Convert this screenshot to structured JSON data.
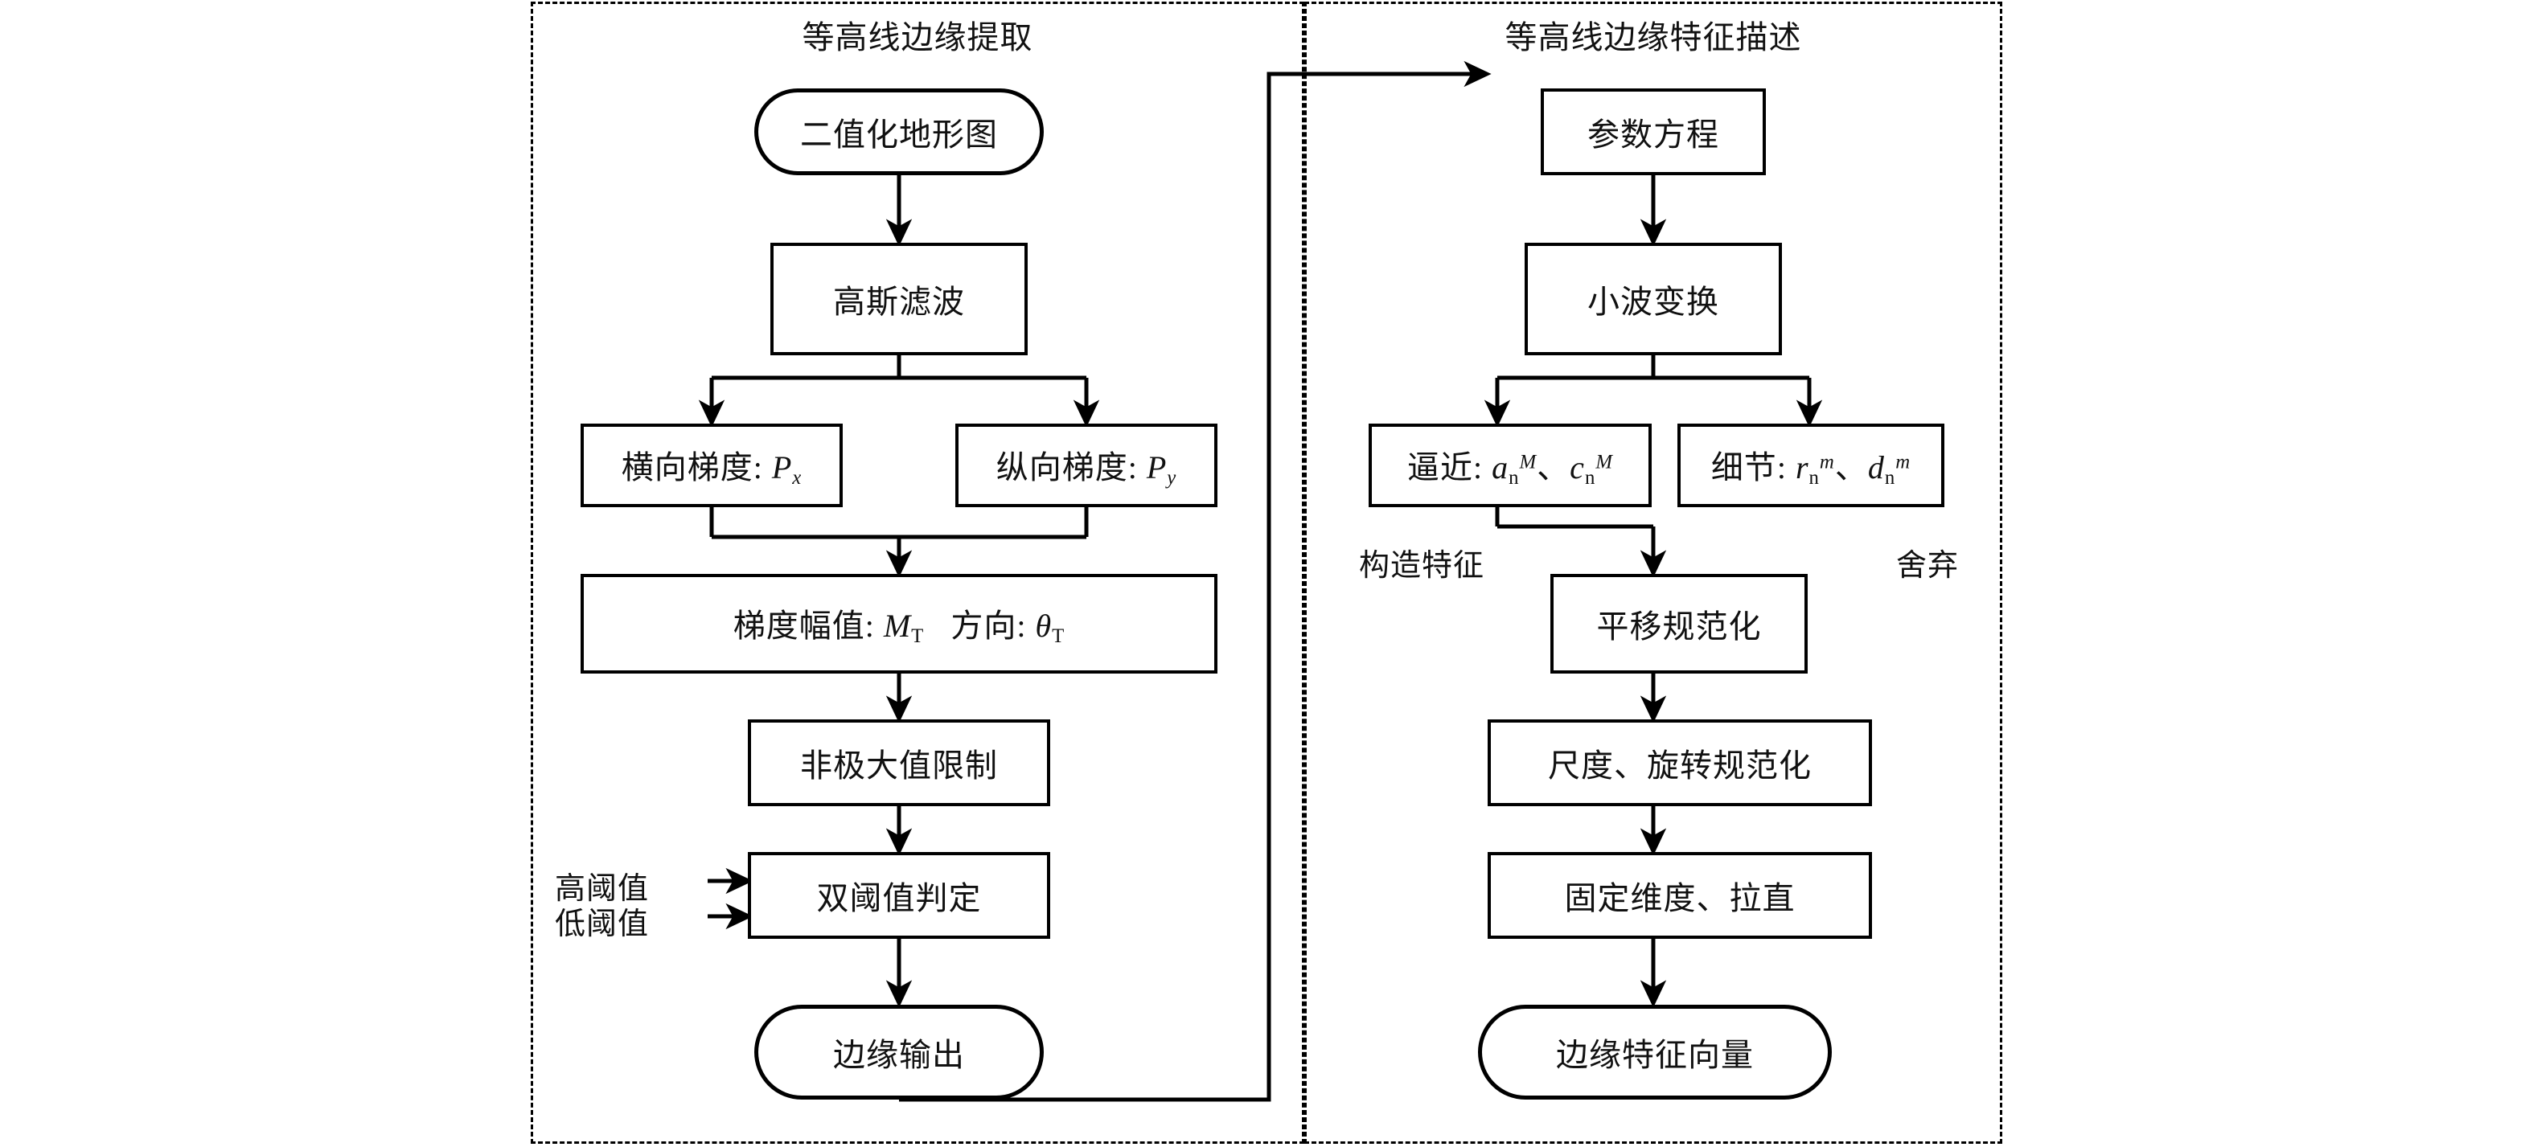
{
  "diagram": {
    "type": "flowchart",
    "title_left": "等高线边缘提取",
    "title_right": "等高线边缘特征描述",
    "orientation": "two parallel vertical pipelines joined left-to-right"
  },
  "panels": [
    {
      "id": "left",
      "title": "等高线边缘提取"
    },
    {
      "id": "right",
      "title": "等高线边缘特征描述"
    }
  ],
  "left_panel": {
    "title": "等高线边缘提取",
    "nodes": {
      "binary_map": "二值化地形图",
      "gaussian": "高斯滤波",
      "grad_x_label": "横向梯度",
      "grad_x_sep": ":",
      "grad_x_sym": "P",
      "grad_x_sub": "x",
      "grad_y_label": "纵向梯度",
      "grad_y_sep": ":",
      "grad_y_sym": "P",
      "grad_y_sub": "y",
      "mag_label": "梯度幅值",
      "mag_sep": ":",
      "mag_sym": "M",
      "mag_sub": "T",
      "dir_label": "方向",
      "dir_sep": ":",
      "dir_sym": "θ",
      "dir_sub": "T",
      "nms": "非极大值限制",
      "dual_threshold": "双阈值判定",
      "edge_output": "边缘输出"
    },
    "annotations": {
      "high_threshold": "高阈值",
      "low_threshold": "低阈值"
    }
  },
  "right_panel": {
    "title": "等高线边缘特征描述",
    "nodes": {
      "param_eq": "参数方程",
      "wavelet": "小波变换",
      "approx_label": "逼近",
      "approx_sep": ":",
      "approx_a": "a",
      "approx_a_sub": "n",
      "approx_a_sup": "M",
      "approx_comma": "、",
      "approx_c": "c",
      "approx_c_sub": "n",
      "approx_c_sup": "M",
      "detail_label": "细节",
      "detail_sep": ":",
      "detail_r": "r",
      "detail_r_sub": "n",
      "detail_r_sup": "m",
      "detail_comma": "、",
      "detail_d": "d",
      "detail_d_sub": "n",
      "detail_d_sup": "m",
      "translate_norm": "平移规范化",
      "scale_rot_norm": "尺度、旋转规范化",
      "fixed_dim": "固定维度、拉直",
      "feature_vector": "边缘特征向量"
    },
    "annotations": {
      "construct_feature": "构造特征",
      "discard": "舍弃"
    }
  },
  "colors": {
    "stroke": "#000000",
    "fill": "#ffffff",
    "text": "#111111",
    "panel_border": "#000000"
  }
}
